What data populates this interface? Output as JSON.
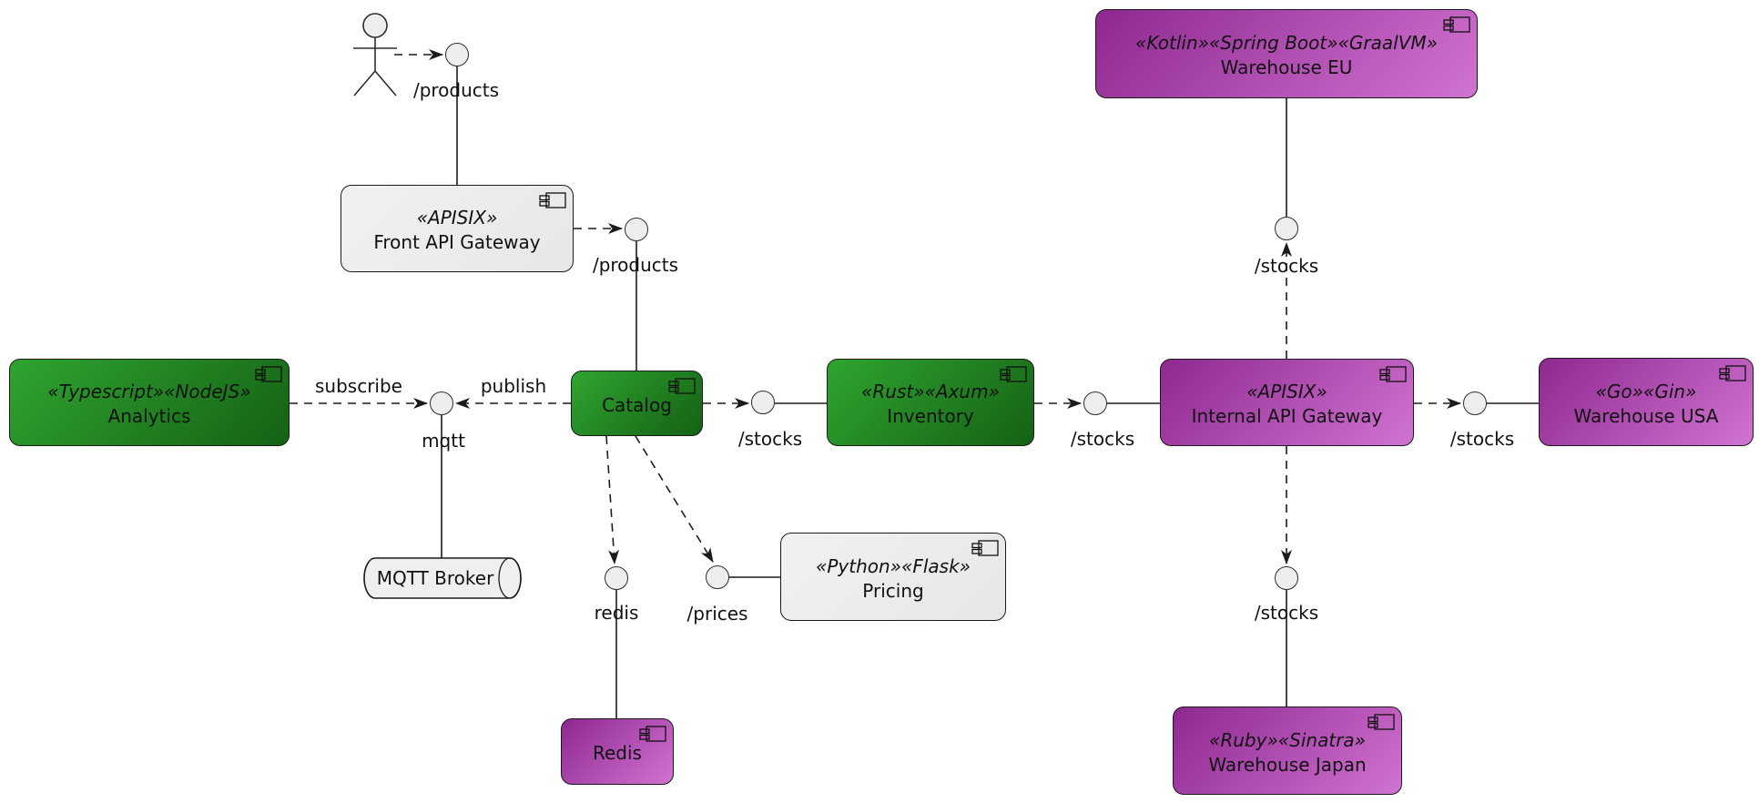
{
  "components": {
    "front_gateway": {
      "stereotype": "«APISIX»",
      "name": "Front API Gateway"
    },
    "catalog": {
      "stereotype": "",
      "name": "Catalog"
    },
    "analytics": {
      "stereotype": "«Typescript»«NodeJS»",
      "name": "Analytics"
    },
    "inventory": {
      "stereotype": "«Rust»«Axum»",
      "name": "Inventory"
    },
    "internal_gateway": {
      "stereotype": "«APISIX»",
      "name": "Internal API Gateway"
    },
    "warehouse_eu": {
      "stereotype": "«Kotlin»«Spring Boot»«GraalVM»",
      "name": "Warehouse EU"
    },
    "warehouse_usa": {
      "stereotype": "«Go»«Gin»",
      "name": "Warehouse USA"
    },
    "warehouse_japan": {
      "stereotype": "«Ruby»«Sinatra»",
      "name": "Warehouse Japan"
    },
    "pricing": {
      "stereotype": "«Python»«Flask»",
      "name": "Pricing"
    },
    "redis": {
      "stereotype": "",
      "name": "Redis"
    }
  },
  "queue": {
    "name": "MQTT Broker"
  },
  "interfaces": {
    "products_top": {
      "label": "/products"
    },
    "products_mid": {
      "label": "/products"
    },
    "mqtt": {
      "label": "mqtt"
    },
    "stocks_catalog": {
      "label": "/stocks"
    },
    "stocks_inventory": {
      "label": "/stocks"
    },
    "stocks_usa": {
      "label": "/stocks"
    },
    "stocks_eu": {
      "label": "/stocks"
    },
    "stocks_japan": {
      "label": "/stocks"
    },
    "redis_if": {
      "label": "redis"
    },
    "prices": {
      "label": "/prices"
    }
  },
  "edge_labels": {
    "subscribe": {
      "label": "subscribe"
    },
    "publish": {
      "label": "publish"
    }
  },
  "colors": {
    "green_gradient_start": "#2FA42F",
    "green_gradient_end": "#156115",
    "purple_gradient_start": "#8E2890",
    "purple_gradient_end": "#D173D1",
    "neutral_fill": "#EFEFEF",
    "interface_fill": "#EEEEEE",
    "border": "#1B1B1B",
    "background": "#FFFFFF"
  }
}
